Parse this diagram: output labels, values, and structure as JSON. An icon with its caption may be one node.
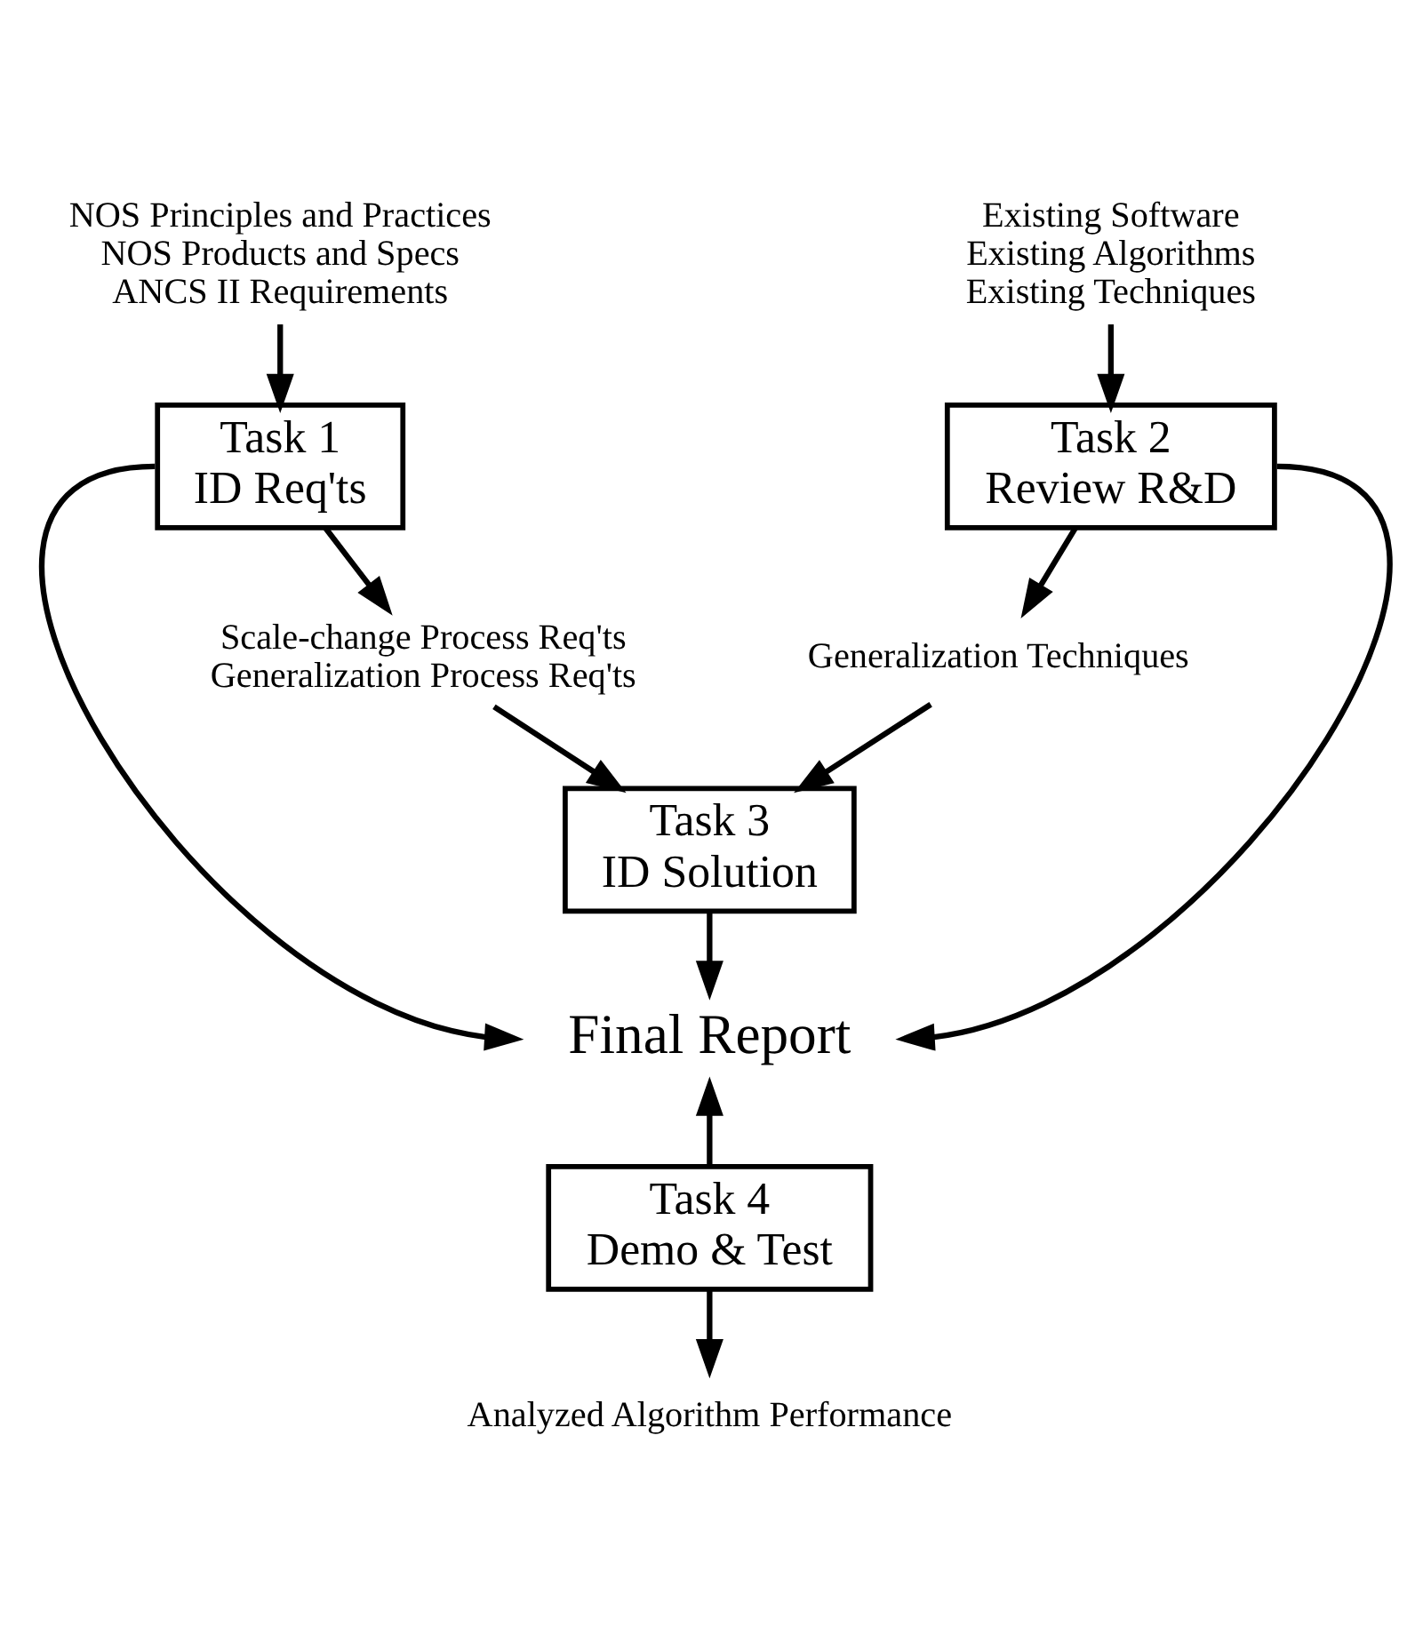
{
  "diagram": {
    "nodes": [
      {
        "text": [
          "NOS Principles and Practices",
          "NOS Products and Specs",
          "ANCS II Requirements"
        ]
      },
      {
        "text": [
          "Task 1",
          "ID Req'ts"
        ]
      },
      {
        "text": [
          "Existing Software",
          "Existing Algorithms",
          "Existing Techniques"
        ]
      },
      {
        "text": [
          "Task 2",
          "Review R&D"
        ]
      },
      {
        "text": [
          "Scale-change Process Req'ts",
          "Generalization Process Req'ts"
        ]
      },
      {
        "text": [
          "Generalization Techniques"
        ]
      },
      {
        "text": [
          "Task 3",
          "ID Solution"
        ]
      },
      {
        "text": [
          "Final Report"
        ]
      },
      {
        "text": [
          "Task 4",
          "Demo & Test"
        ]
      },
      {
        "text": [
          "Analyzed Algorithm Performance"
        ]
      }
    ],
    "edges": [
      {
        "from": 0,
        "to": 1,
        "arrow": "to"
      },
      {
        "from": 2,
        "to": 3,
        "arrow": "to"
      },
      {
        "from": 1,
        "to": 4,
        "arrow": "to"
      },
      {
        "from": 3,
        "to": 5,
        "arrow": "to"
      },
      {
        "from": 4,
        "to": 6,
        "arrow": "to"
      },
      {
        "from": 5,
        "to": 6,
        "arrow": "to"
      },
      {
        "from": 6,
        "to": 7,
        "arrow": "to"
      },
      {
        "from": 1,
        "to": 7,
        "arrow": "to"
      },
      {
        "from": 3,
        "to": 7,
        "arrow": "to"
      },
      {
        "from": 8,
        "to": 7,
        "arrow": "to"
      },
      {
        "from": 8,
        "to": 9,
        "arrow": "to"
      }
    ]
  }
}
